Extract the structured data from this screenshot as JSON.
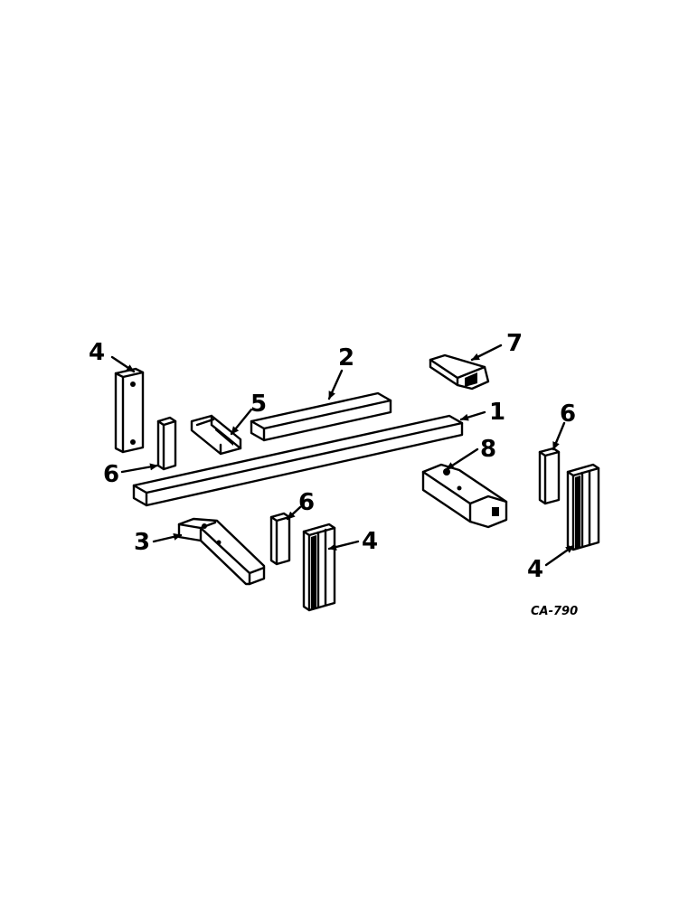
{
  "diagram": {
    "figure_code": "CA-790",
    "callouts": {
      "c1": "1",
      "c2": "2",
      "c3": "3",
      "c4_top_left": "4",
      "c4_bottom_center": "4",
      "c4_bottom_right": "4",
      "c5": "5",
      "c6_left": "6",
      "c6_center": "6",
      "c6_right": "6",
      "c7": "7",
      "c8": "8"
    }
  }
}
